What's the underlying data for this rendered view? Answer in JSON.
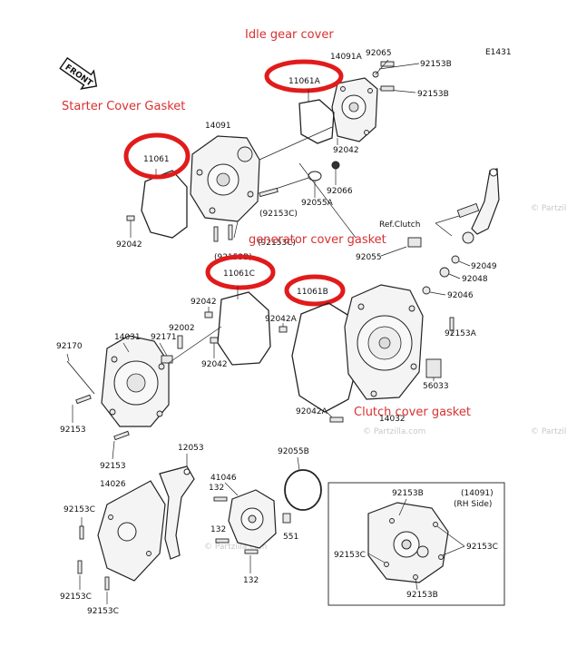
{
  "diagram_code": "E1431",
  "front_label": "FRONT",
  "annotations": {
    "idle_gear_cover": "Idle gear cover",
    "starter_cover_gasket": "Starter Cover Gasket",
    "generator_cover_gasket": "generator cover gasket",
    "clutch_cover_gasket": "Clutch cover gasket"
  },
  "circled_parts": {
    "idle_gear_gasket": "11061A",
    "starter_gasket": "11061",
    "generator_gasket": "11061C",
    "clutch_gasket": "11061B"
  },
  "part_numbers": {
    "p14091A": "14091A",
    "p92065": "92065",
    "p92153B_a": "92153B",
    "p92153B_b": "92153B",
    "p14091": "14091",
    "p92042_a": "92042",
    "p92066": "92066",
    "p92055A": "92055A",
    "p92153C_a": "(92153C)",
    "p92042_b": "92042",
    "p92153C_b": "(92153C)",
    "p92153B_c": "(92153B)",
    "p92055": "92055",
    "p92049": "92049",
    "p92048": "92048",
    "p92046": "92046",
    "p92042_c": "92042",
    "p92042A_a": "92042A",
    "p92002": "92002",
    "p92171": "92171",
    "p14031": "14031",
    "p92170": "92170",
    "p92042_d": "92042",
    "p92153A": "92153A",
    "p56033": "56033",
    "p92153_a": "92153",
    "p92042A_b": "92042A",
    "p14032": "14032",
    "p92153_b": "92153",
    "p12053": "12053",
    "p92055B": "92055B",
    "p14026": "14026",
    "p41046": "41046",
    "p132_a": "132",
    "p92153C_c": "92153C",
    "p132_b": "132",
    "p551": "551",
    "p92153C_d": "92153C",
    "p132_c": "132",
    "p92153C_e": "92153C"
  },
  "ref_clutch": "Ref.Clutch",
  "inset": {
    "title_line1": "(14091)",
    "title_line2": "(RH Side)",
    "p92153B_top": "92153B",
    "p92153C_left": "92153C",
    "p92153C_right": "92153C",
    "p92153B_bottom": "92153B"
  },
  "watermark": "© Partzilla.com",
  "colors": {
    "annotation_red": "#d93030",
    "circle_red": "#e11b1b",
    "line": "#222222"
  }
}
